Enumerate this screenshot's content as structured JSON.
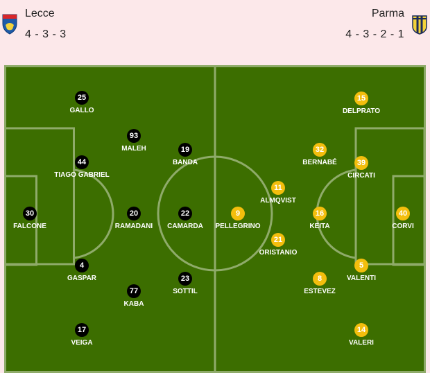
{
  "home": {
    "name": "Lecce",
    "formation": "4 - 3 - 3",
    "crest_icon": "lecce-crest-icon",
    "color": "#000000",
    "players": [
      {
        "number": "30",
        "name": "FALCONE"
      },
      {
        "number": "25",
        "name": "GALLO"
      },
      {
        "number": "44",
        "name": "TIAGO GABRIEL"
      },
      {
        "number": "4",
        "name": "GASPAR"
      },
      {
        "number": "17",
        "name": "VEIGA"
      },
      {
        "number": "93",
        "name": "MALEH"
      },
      {
        "number": "20",
        "name": "RAMADANI"
      },
      {
        "number": "77",
        "name": "KABA"
      },
      {
        "number": "19",
        "name": "BANDA"
      },
      {
        "number": "22",
        "name": "CAMARDA"
      },
      {
        "number": "23",
        "name": "SOTTIL"
      }
    ]
  },
  "away": {
    "name": "Parma",
    "formation": "4 - 3 - 2 - 1",
    "crest_icon": "parma-crest-icon",
    "color": "#f3be0d",
    "players": [
      {
        "number": "40",
        "name": "CORVI"
      },
      {
        "number": "15",
        "name": "DELPRATO"
      },
      {
        "number": "39",
        "name": "CIRCATI"
      },
      {
        "number": "5",
        "name": "VALENTI"
      },
      {
        "number": "14",
        "name": "VALERI"
      },
      {
        "number": "32",
        "name": "BERNABÉ"
      },
      {
        "number": "16",
        "name": "KEITA"
      },
      {
        "number": "8",
        "name": "ESTEVEZ"
      },
      {
        "number": "11",
        "name": "ALMQVIST"
      },
      {
        "number": "21",
        "name": "ORISTANIO"
      },
      {
        "number": "9",
        "name": "PELLEGRINO"
      }
    ]
  }
}
